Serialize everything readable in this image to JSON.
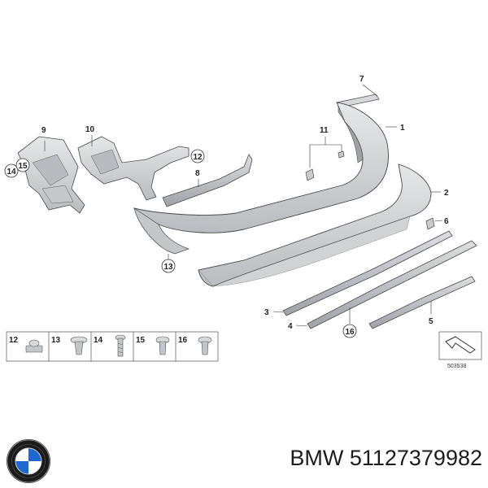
{
  "callouts": {
    "c1": "1",
    "c2": "2",
    "c3": "3",
    "c4": "4",
    "c5": "5",
    "c6": "6",
    "c7": "7",
    "c8": "8",
    "c9": "9",
    "c10": "10",
    "c11": "11",
    "c12": "12",
    "c13": "13",
    "c14": "14",
    "c15": "15",
    "c16": "16"
  },
  "legend": {
    "items": [
      {
        "label": "12",
        "icon": "clip-nut-icon"
      },
      {
        "label": "13",
        "icon": "expanding-rivet-icon"
      },
      {
        "label": "14",
        "icon": "screw-icon"
      },
      {
        "label": "15",
        "icon": "expanding-rivet-icon"
      },
      {
        "label": "16",
        "icon": "expanding-rivet-icon"
      }
    ]
  },
  "reference_code": "503538",
  "caption": {
    "text": "BMW 51127379982"
  },
  "logo": {
    "brand": "BMW",
    "colors": {
      "ring": "#1a1a1a",
      "blue": "#1c69d4",
      "white": "#ffffff"
    }
  },
  "colors": {
    "part_fill": "#d2d4d7",
    "part_shade": "#a9adb2",
    "outline": "#4a4a4a"
  }
}
